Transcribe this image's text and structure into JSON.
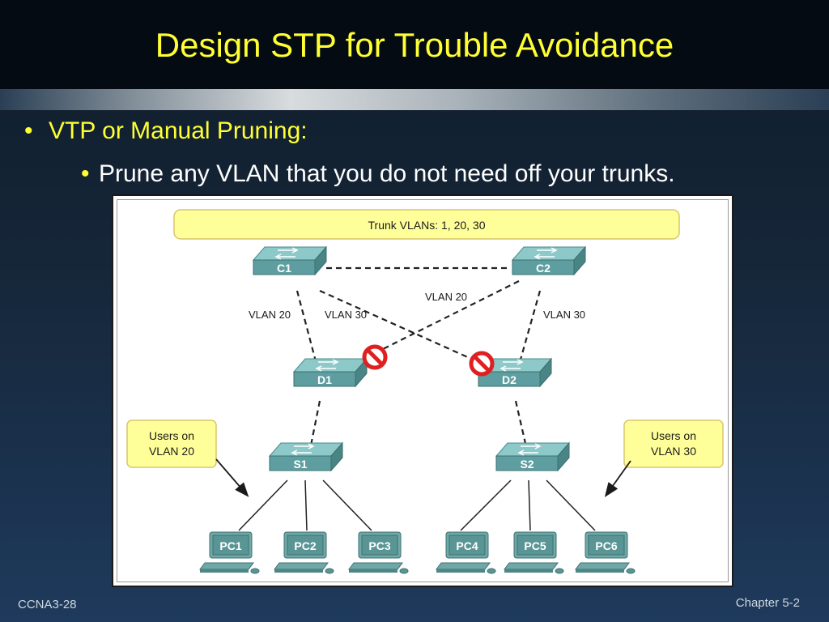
{
  "slide": {
    "title": "Design STP for Trouble Avoidance",
    "bullets": [
      {
        "text": "VTP or Manual Pruning:",
        "sub": [
          "Prune any VLAN that you do not need off your trunks."
        ]
      }
    ],
    "footer_left": "CCNA3-28",
    "footer_right": "Chapter 5-2"
  },
  "diagram": {
    "banner": "Trunk VLANs: 1, 20, 30",
    "switches": {
      "c1": "C1",
      "c2": "C2",
      "d1": "D1",
      "d2": "D2",
      "s1": "S1",
      "s2": "S2"
    },
    "link_labels": {
      "c1_d1": "VLAN 20",
      "c1_d2": "VLAN 30",
      "c2_d1": "VLAN 20",
      "c2_d2": "VLAN 30"
    },
    "callouts": {
      "left": [
        "Users on",
        "VLAN 20"
      ],
      "right": [
        "Users on",
        "VLAN 30"
      ]
    },
    "pcs": [
      "PC1",
      "PC2",
      "PC3",
      "PC4",
      "PC5",
      "PC6"
    ],
    "blocked_icon": "prohibited-icon",
    "colors": {
      "banner": "#ffff99",
      "switch": "#5f9ea0",
      "blocked": "#e02020"
    }
  }
}
